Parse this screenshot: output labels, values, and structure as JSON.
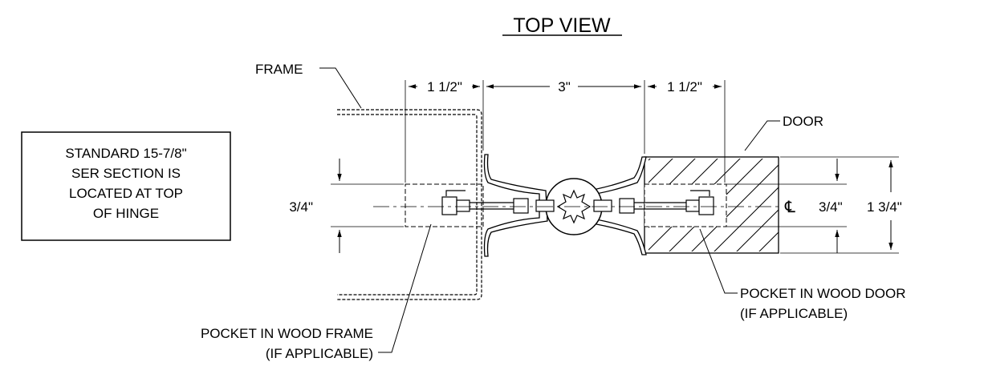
{
  "title": "TOP VIEW",
  "note": {
    "lines": [
      "STANDARD 15-7/8\"",
      "SER SECTION IS",
      "LOCATED AT TOP",
      "OF HINGE"
    ]
  },
  "labels": {
    "frame": "FRAME",
    "door": "DOOR",
    "pocket_frame_1": "POCKET IN WOOD FRAME",
    "pocket_frame_2": "(IF APPLICABLE)",
    "pocket_door_1": "POCKET IN WOOD DOOR",
    "pocket_door_2": "(IF APPLICABLE)",
    "centerline": "℄"
  },
  "dimensions": {
    "left_width": "1 1/2\"",
    "middle_width": "3\"",
    "right_width": "1 1/2\"",
    "left_pocket": "3/4\"",
    "right_pocket": "3/4\"",
    "door_thickness": "1 3/4\""
  }
}
